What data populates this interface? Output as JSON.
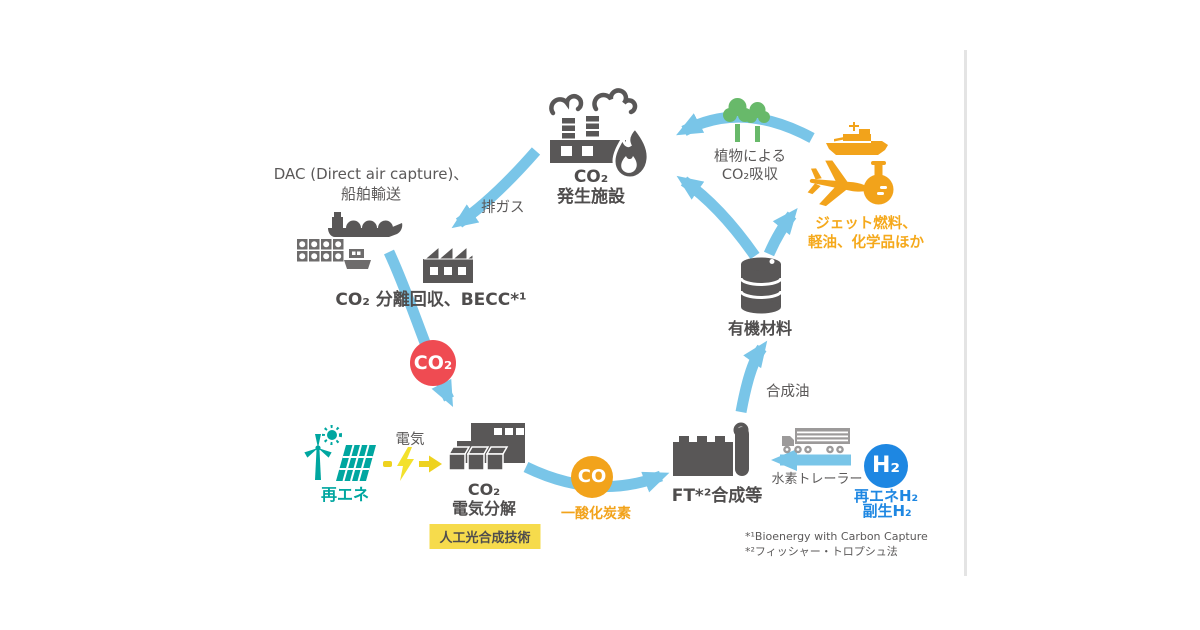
{
  "colors": {
    "arrow_blue": "#79c5e8",
    "icon_dark_gray": "#595757",
    "icon_mid_gray": "#6e6c6c",
    "icon_light_gray": "#9c9a9a",
    "tree_green": "#68b96a",
    "product_orange": "#f2a31b",
    "co2_red": "#ef4b52",
    "renewable_teal": "#00a6a0",
    "energy_yellow": "#eed21f",
    "tag_yellow": "#f6db4c",
    "h2_blue": "#1e87e2",
    "divider_gray": "#e4e4e4"
  },
  "icons": {
    "emission_factory": "factory-with-smoke-and-flame",
    "capture_plant": "sawtooth-roof-factory",
    "lng_ship": "lng-carrier-ship",
    "container_stack": "container-stacks-and-barge",
    "trees": "two-trees",
    "navy_ship": "ship",
    "airplane": "jet-airplane",
    "flask": "chemical-flask",
    "oil_drum": "oil-drum",
    "truck": "trailer-truck",
    "ft_plant": "synthesis-plant-with-tower",
    "electrolysis_plant": "electrolysis-plant",
    "wind_turbine": "wind-turbine",
    "sun": "sun",
    "solar_panel": "solar-panel",
    "electric_arrow": "lightning-arrow"
  },
  "labels": {
    "dac_line1": "DAC (Direct air capture)、",
    "dac_line2": "船舶輸送",
    "exhaust_gas": "排ガス",
    "capture": "CO₂ 分離回収、BECC*¹",
    "emission_line1": "CO₂",
    "emission_line2": "発生施設",
    "plants_line1": "植物による",
    "plants_line2": "CO₂吸収",
    "products_line1": "ジェット燃料、",
    "products_line2": "軽油、化学品ほか",
    "organic_material": "有機材料",
    "synthetic_oil": "合成油",
    "co2_badge": "CO₂",
    "electricity": "電気",
    "renewable": "再エネ",
    "electrolysis_line1": "CO₂",
    "electrolysis_line2": "電気分解",
    "artificial_photosynthesis": "人工光合成技術",
    "co_badge": "CO",
    "carbon_monoxide": "一酸化炭素",
    "ft_synthesis": "FT*²合成等",
    "h2_badge": "H₂",
    "h2_sub1": "再エネH₂",
    "h2_sub2": "副生H₂",
    "hydrogen_trailer": "水素トレーラー",
    "footnote1": "*¹Bioenergy with Carbon Capture",
    "footnote2": "*²フィッシャー・トロプシュ法"
  }
}
